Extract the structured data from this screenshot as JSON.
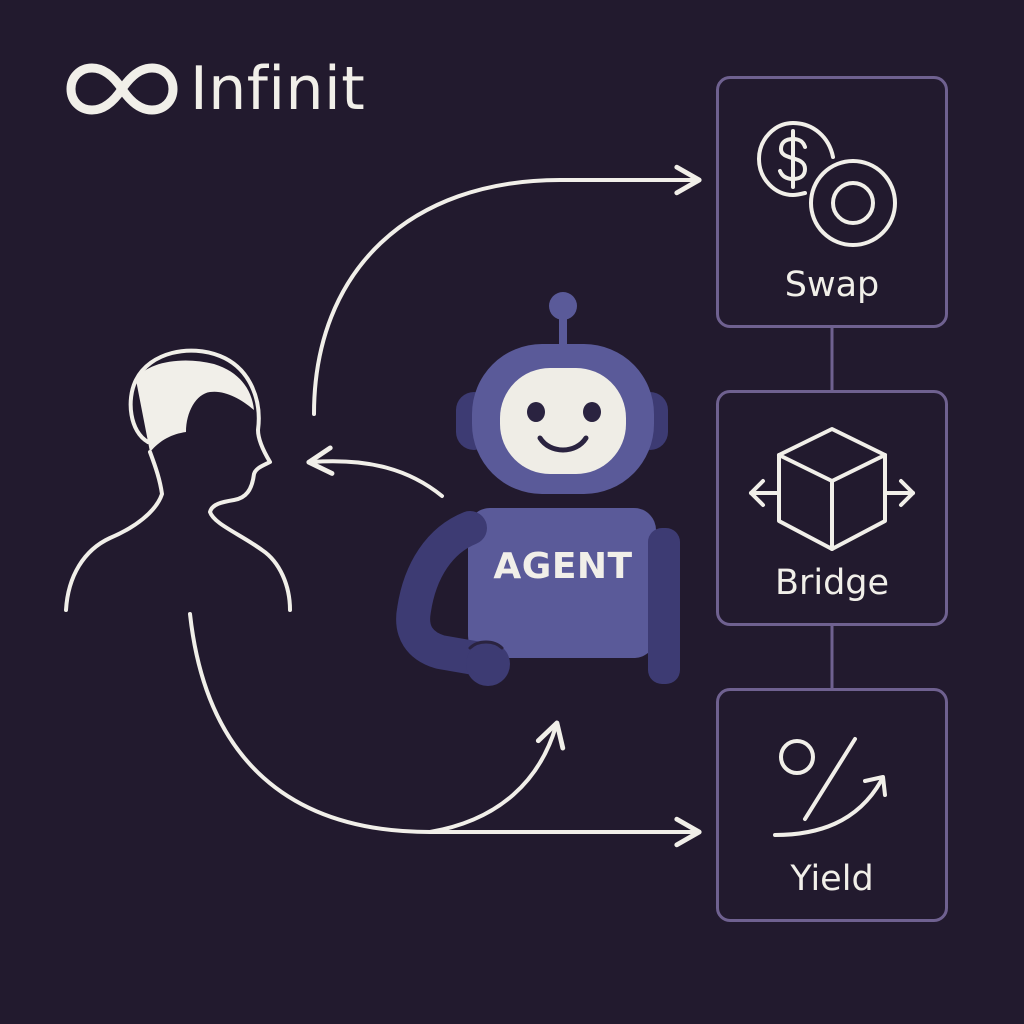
{
  "brand": {
    "name": "Infinit",
    "icon": "infinity-icon"
  },
  "agent": {
    "label": "AGENT",
    "icon": "robot-icon"
  },
  "user": {
    "icon": "person-icon"
  },
  "actions": [
    {
      "label": "Swap",
      "icon": "coins-swap-icon"
    },
    {
      "label": "Bridge",
      "icon": "cube-bridge-icon"
    },
    {
      "label": "Yield",
      "icon": "percent-yield-icon"
    }
  ],
  "colors": {
    "background": "#221a2e",
    "line": "#f1efe9",
    "card_border": "#6f6190",
    "robot_primary": "#5a5a99",
    "robot_dark": "#3d3b73",
    "robot_face": "#efede6"
  }
}
